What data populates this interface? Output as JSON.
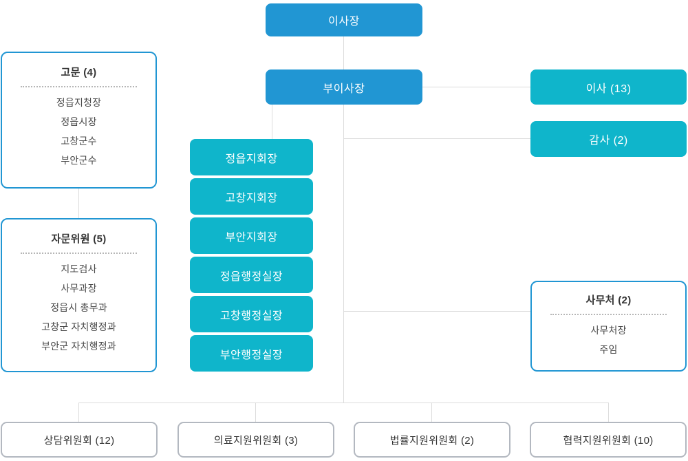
{
  "org": {
    "chairman": {
      "label": "이사장"
    },
    "vice_chairman": {
      "label": "부이사장"
    },
    "directors": {
      "label": "이사 (13)"
    },
    "auditors": {
      "label": "감사 (2)"
    },
    "advisors": {
      "title": "고문 (4)",
      "members": [
        "정읍지청장",
        "정읍시장",
        "고창군수",
        "부안군수"
      ]
    },
    "advisory_committee": {
      "title": "자문위원 (5)",
      "members": [
        "지도검사",
        "사무과장",
        "정읍시 총무과",
        "고창군 자치행정과",
        "부안군 자치행정과"
      ]
    },
    "branches": {
      "items": [
        "정읍지회장",
        "고창지회장",
        "부안지회장",
        "정읍행정실장",
        "고창행정실장",
        "부안행정실장"
      ]
    },
    "secretariat": {
      "title": "사무처 (2)",
      "members": [
        "사무처장",
        "주임"
      ]
    },
    "committees": {
      "items": [
        "상담위원회 (12)",
        "의료지원위원회 (3)",
        "법률지원위원회 (2)",
        "협력지원위원회 (10)"
      ]
    }
  },
  "colors": {
    "primary_blue": "#2196d3",
    "cyan": "#0fb5cb",
    "outline_blue": "#2196d3",
    "committee_border": "#b3b8c0",
    "connector_gray": "#dcdcdc",
    "title_text": "#333333",
    "member_text": "#4a4a4a",
    "node_text": "#ffffff"
  }
}
